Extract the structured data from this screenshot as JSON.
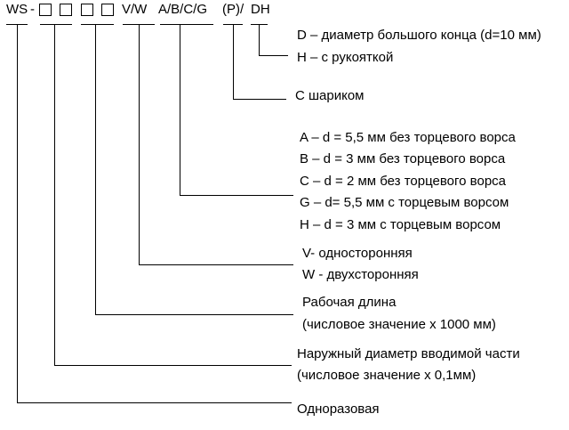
{
  "code": {
    "prefix": "WS",
    "dash": "-",
    "vw": "V/W",
    "tip": "A/B/C/G",
    "ball": "(P)/",
    "dh": "DH"
  },
  "desc": {
    "dh": [
      "D – диаметр большого конца (d=10 мм)",
      "H – с рукояткой"
    ],
    "ball": [
      "С шариком"
    ],
    "tip": [
      "A – d = 5,5 мм без торцевого ворса",
      "B – d = 3 мм без торцевого ворса",
      "C – d = 2 мм без торцевого ворса",
      "G – d= 5,5 мм с торцевым ворсом",
      "H – d = 3 мм с торцевым ворсом"
    ],
    "vw": [
      "V- односторонняя",
      "W - двухсторонняя"
    ],
    "length": [
      "Рабочая длина",
      "(числовое значение х 1000 мм)"
    ],
    "diameter": [
      "Наружный диаметр вводимой части",
      "(числовое значение х 0,1мм)"
    ],
    "disposable": [
      "Одноразовая"
    ]
  }
}
